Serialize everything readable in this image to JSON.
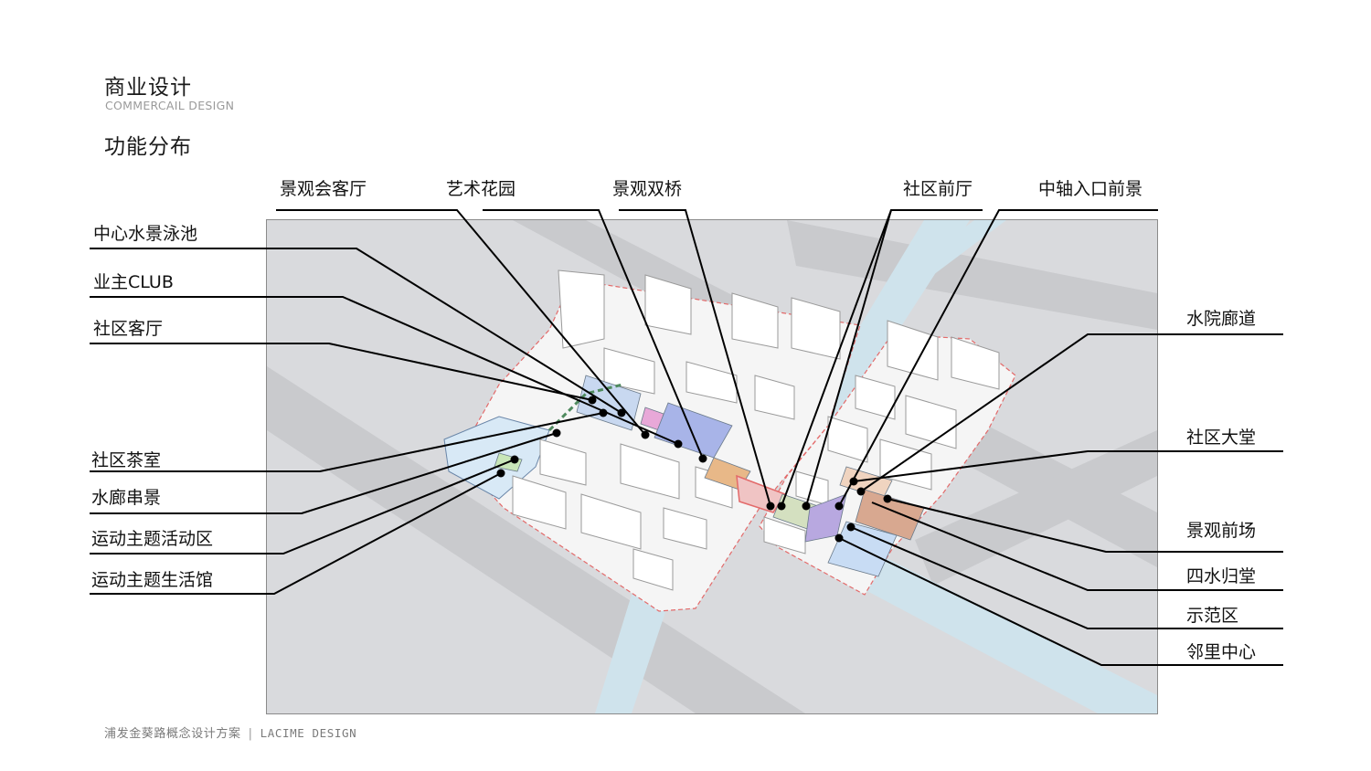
{
  "header": {
    "title": "商业设计",
    "subtitle": "COMMERCAIL DESIGN",
    "section": "功能分布"
  },
  "footer": {
    "project": "浦发金葵路概念设计方案",
    "separator": "|",
    "brand": "LACIME DESIGN"
  },
  "colors": {
    "ground": "#d9dadd",
    "road": "#c9cacd",
    "water": "#cfe3ec",
    "site": "#f4f4f4",
    "site_outline": "#e36a6a",
    "leader": "#000000"
  },
  "labels": {
    "top": [
      "景观会客厅",
      "艺术花园",
      "景观双桥",
      "社区前厅",
      "中轴入口前景"
    ],
    "left": [
      "中心水景泳池",
      "业主CLUB",
      "社区客厅",
      "社区茶室",
      "水廊串景",
      "运动主题活动区",
      "运动主题生活馆"
    ],
    "right": [
      "水院廊道",
      "社区大堂",
      "景观前场",
      "四水归堂",
      "示范区",
      "邻里中心"
    ]
  }
}
